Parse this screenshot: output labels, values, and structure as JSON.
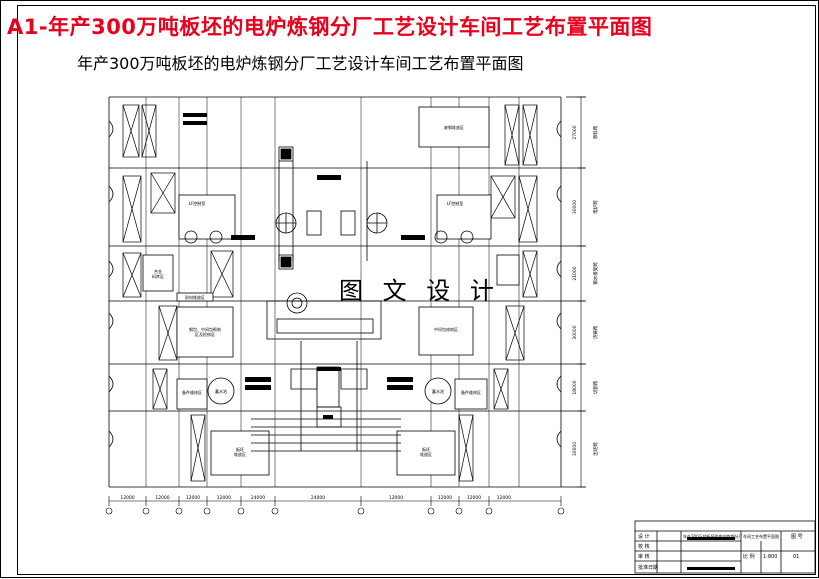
{
  "banner": "A1-年产300万吨板坯的电炉炼钢分厂工艺设计车间工艺布置平面图",
  "subtitle": "年产300万吨板坯的电炉炼钢分厂工艺设计车间工艺布置平面图",
  "watermark": "图 文 设 计",
  "rooms": {
    "scrap_store": "废钢堆放区",
    "lf_left": "LF控制室",
    "lf_right": "LF控制室",
    "mold_store": "钢包、中间包砌筑\n区及检修区",
    "mid_store": "中间包修筑区",
    "aux_left": "备件维修区",
    "aux_right": "备件维修区",
    "water_left": "蓄水池",
    "water_right": "蓄水池",
    "slab_left": "板坯\n堆放区",
    "slab_right": "板坯\n堆放区",
    "left_small": "合金\n料库区",
    "left_mid": "耐材堆放区"
  },
  "bay_labels": [
    "原料跨",
    "电炉跨",
    "钢水接受跨",
    "浇铸跨",
    "切割跨",
    "出坯跨"
  ],
  "row_dims": [
    "27000",
    "30000",
    "21000",
    "30000",
    "18000",
    "30000"
  ],
  "col_dims": [
    "12000",
    "12000",
    "12000",
    "12000",
    "24000",
    "24000",
    "12000",
    "12000",
    "12000",
    "12000"
  ],
  "title_block": {
    "rows_left": [
      "设 计",
      "校 核",
      "审 核",
      "批准日期"
    ],
    "drawing_name": "年产300万吨板坯的电炉炼钢分厂",
    "drawing_sub": "车间工艺布置平面图",
    "scale_label": "比 例",
    "scale": "1:800",
    "sheet_label": "图 号",
    "sheet_no": "01"
  }
}
